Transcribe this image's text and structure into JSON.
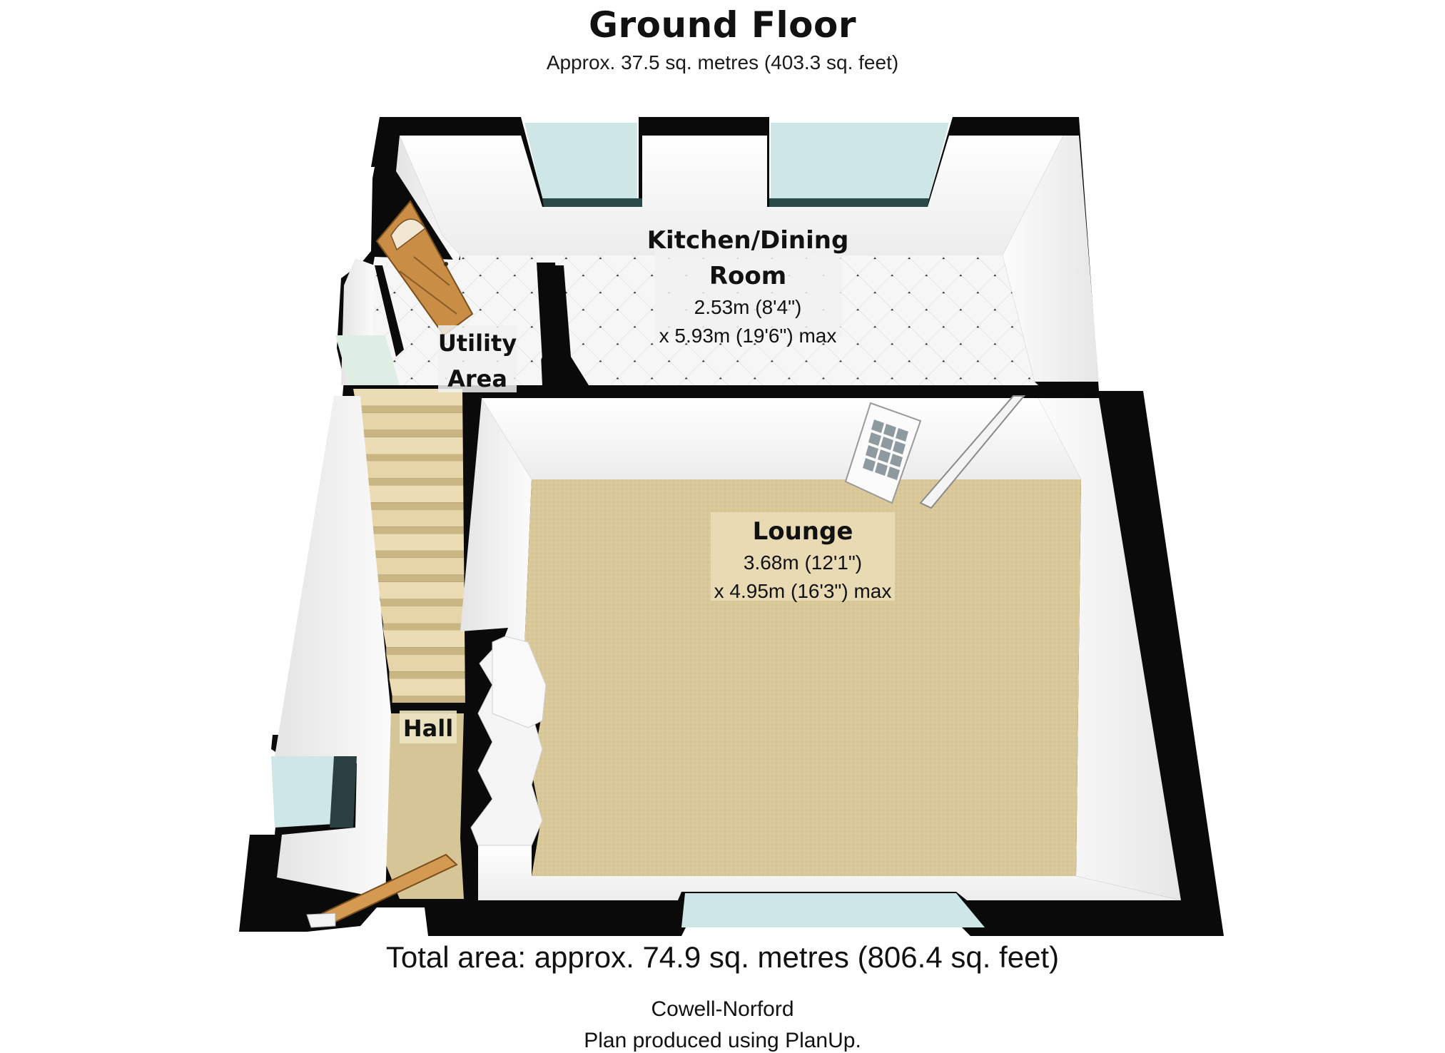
{
  "header": {
    "title": "Ground Floor",
    "subtitle": "Approx.  37.5 sq. metres (403.3 sq. feet)"
  },
  "rooms": {
    "kitchen": {
      "name_line1": "Kitchen/Dining",
      "name_line2": "Room",
      "dim_line1": "2.53m (8'4\")",
      "dim_line2": "x 5.93m (19'6\") max"
    },
    "utility": {
      "name_line1": "Utility",
      "name_line2": "Area"
    },
    "lounge": {
      "name": "Lounge",
      "dim_line1": "3.68m (12'1\")",
      "dim_line2": "x 4.95m (16'3\") max"
    },
    "hall": {
      "name": "Hall"
    }
  },
  "footer": {
    "total_area": "Total area: approx.  74.9 sq. metres (806.4 sq. feet)",
    "agent": "Cowell-Norford",
    "produced_by": "Plan produced using PlanUp."
  },
  "colors": {
    "wall": "#0a0a0a",
    "inner_wall": "#f2f2f2",
    "carpet": "#d8c79a",
    "tile": "#f4f4f4",
    "window": "#cfe6e6",
    "stairs": "#e8d9b0",
    "door_wood": "#c98d45"
  }
}
